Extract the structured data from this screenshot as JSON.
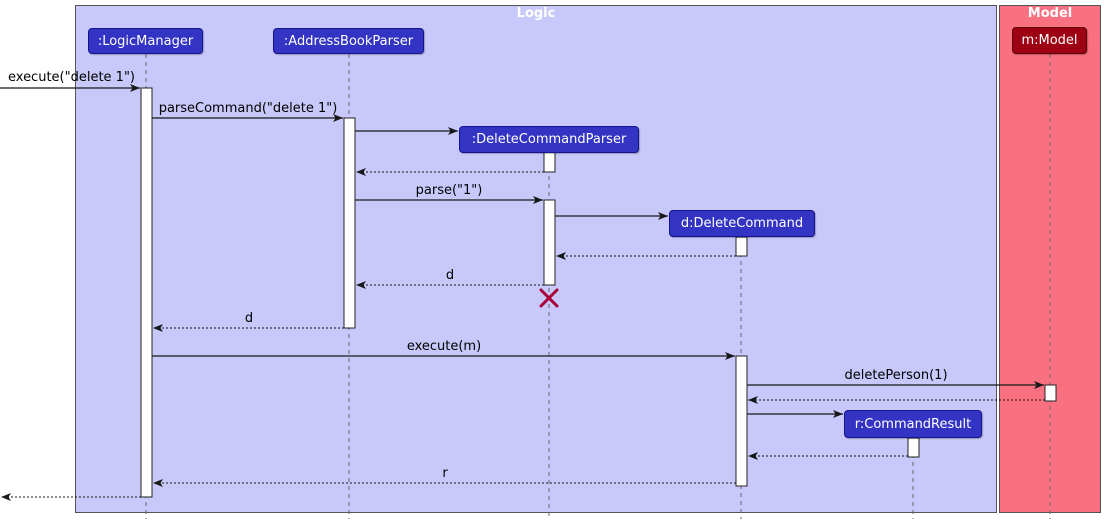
{
  "diagram": {
    "kind": "uml-sequence-diagram",
    "frames": [
      {
        "id": "logic",
        "title": "Logic"
      },
      {
        "id": "model",
        "title": "Model"
      }
    ],
    "participants": [
      {
        "id": "logic-manager",
        "label": ":LogicManager",
        "frame": "Logic"
      },
      {
        "id": "address-book-parser",
        "label": ":AddressBookParser",
        "frame": "Logic"
      },
      {
        "id": "delete-command-parser",
        "label": ":DeleteCommandParser",
        "frame": "Logic",
        "created_during_scenario": true,
        "destroyed_during_scenario": true
      },
      {
        "id": "delete-command",
        "label": "d:DeleteCommand",
        "frame": "Logic",
        "created_during_scenario": true
      },
      {
        "id": "command-result",
        "label": "r:CommandResult",
        "frame": "Logic",
        "created_during_scenario": true
      },
      {
        "id": "model-obj",
        "label": "m:Model",
        "frame": "Model"
      }
    ],
    "messages": [
      {
        "id": "m1",
        "label": "execute(\"delete 1\")",
        "from": "caller",
        "to": "logic-manager",
        "kind": "call"
      },
      {
        "id": "m2",
        "label": "parseCommand(\"delete 1\")",
        "from": "logic-manager",
        "to": "address-book-parser",
        "kind": "call"
      },
      {
        "id": "m3",
        "label": "",
        "from": "address-book-parser",
        "to": "delete-command-parser",
        "kind": "create"
      },
      {
        "id": "m4",
        "label": "",
        "from": "delete-command-parser",
        "to": "address-book-parser",
        "kind": "return"
      },
      {
        "id": "m5",
        "label": "parse(\"1\")",
        "from": "address-book-parser",
        "to": "delete-command-parser",
        "kind": "call"
      },
      {
        "id": "m6",
        "label": "",
        "from": "delete-command-parser",
        "to": "delete-command",
        "kind": "create"
      },
      {
        "id": "m7",
        "label": "",
        "from": "delete-command",
        "to": "delete-command-parser",
        "kind": "return"
      },
      {
        "id": "m8",
        "label": "d",
        "from": "delete-command-parser",
        "to": "address-book-parser",
        "kind": "return"
      },
      {
        "id": "m9",
        "label": "d",
        "from": "address-book-parser",
        "to": "logic-manager",
        "kind": "return"
      },
      {
        "id": "m10",
        "label": "execute(m)",
        "from": "logic-manager",
        "to": "delete-command",
        "kind": "call"
      },
      {
        "id": "m11",
        "label": "deletePerson(1)",
        "from": "delete-command",
        "to": "model-obj",
        "kind": "call"
      },
      {
        "id": "m12",
        "label": "",
        "from": "model-obj",
        "to": "delete-command",
        "kind": "return"
      },
      {
        "id": "m13",
        "label": "",
        "from": "delete-command",
        "to": "command-result",
        "kind": "create"
      },
      {
        "id": "m14",
        "label": "",
        "from": "command-result",
        "to": "delete-command",
        "kind": "return"
      },
      {
        "id": "m15",
        "label": "r",
        "from": "delete-command",
        "to": "logic-manager",
        "kind": "return"
      },
      {
        "id": "m16",
        "label": "",
        "from": "logic-manager",
        "to": "caller",
        "kind": "return"
      }
    ],
    "colors": {
      "logic-bg": "#C8C8FA",
      "model-bg": "#F97181",
      "frame-border": "#555555",
      "frame-title": "#FFFFFF",
      "logic-box-bg": "#3333C4",
      "logic-box-border": "#14148C",
      "model-box-bg": "#9D0012",
      "model-box-border": "#600000",
      "box-text": "#FFFFFF",
      "line-color": "#181818",
      "lifeline-color": "#696969",
      "activation-bg": "#FFFFFF",
      "activation-border": "#222222",
      "destroy-x": "#A80036",
      "label-color": "#000000"
    }
  }
}
